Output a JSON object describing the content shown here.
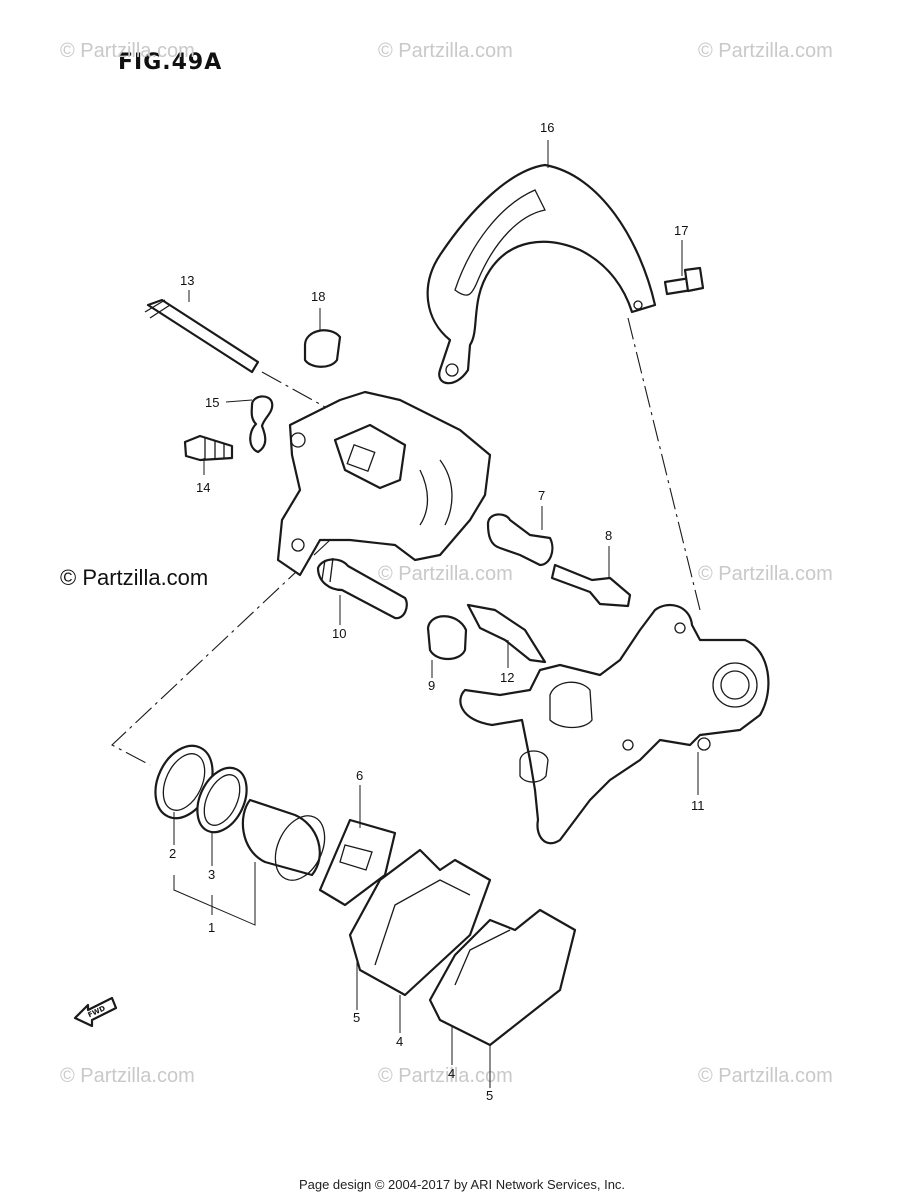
{
  "figure": {
    "title": "FIG.49A"
  },
  "watermarks": {
    "text": "© Partzilla.com",
    "strong_text": "© Partzilla.com"
  },
  "callouts": {
    "c1": "1",
    "c2": "2",
    "c3": "3",
    "c4a": "4",
    "c4b": "4",
    "c5a": "5",
    "c5b": "5",
    "c6": "6",
    "c7": "7",
    "c8": "8",
    "c9": "9",
    "c10": "10",
    "c11": "11",
    "c12": "12",
    "c13": "13",
    "c14": "14",
    "c15": "15",
    "c16": "16",
    "c17": "17",
    "c18": "18"
  },
  "fwd_label": "FWD",
  "footer": {
    "text": "Page design © 2004-2017 by ARI Network Services, Inc."
  },
  "colors": {
    "line": "#1a1a1a",
    "watermark": "#c9c9c9",
    "background": "#ffffff"
  }
}
